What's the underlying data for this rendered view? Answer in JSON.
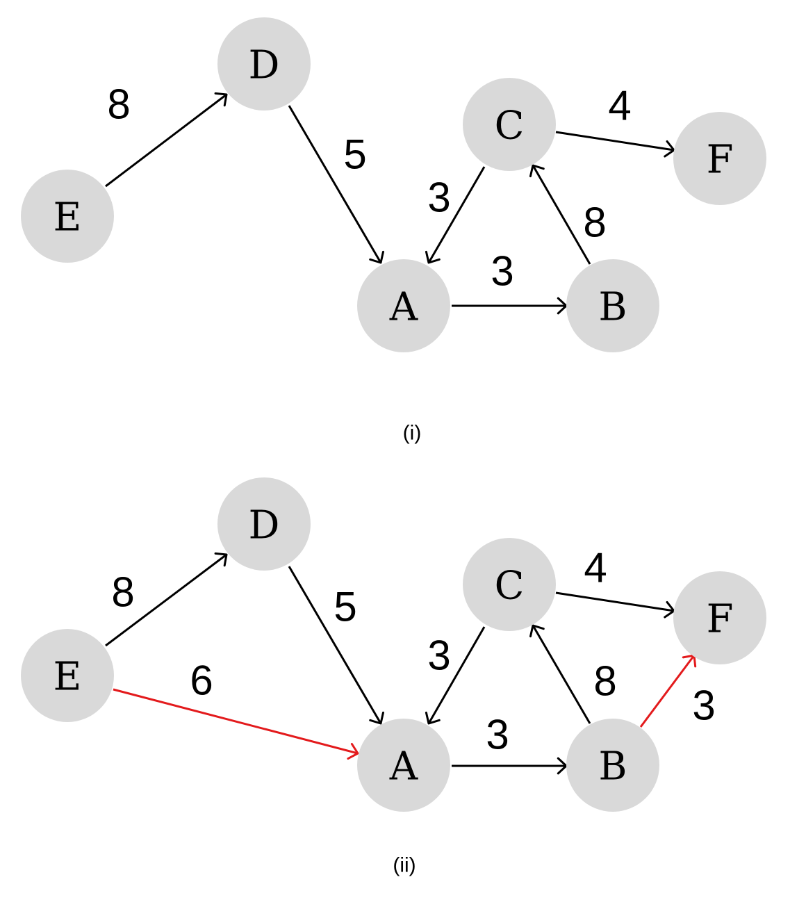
{
  "colors": {
    "node_fill": "#d9d9d9",
    "edge_default": "#000000",
    "edge_highlight": "#e31a1c"
  },
  "diagrams": [
    {
      "caption": "(i)",
      "nodes": [
        "D",
        "C",
        "F",
        "E",
        "A",
        "B"
      ],
      "edges": [
        {
          "from": "E",
          "to": "D",
          "weight": "8",
          "highlight": false
        },
        {
          "from": "D",
          "to": "A",
          "weight": "5",
          "highlight": false
        },
        {
          "from": "C",
          "to": "F",
          "weight": "4",
          "highlight": false
        },
        {
          "from": "C",
          "to": "A",
          "weight": "3",
          "highlight": false
        },
        {
          "from": "B",
          "to": "C",
          "weight": "8",
          "highlight": false
        },
        {
          "from": "A",
          "to": "B",
          "weight": "3",
          "highlight": false
        }
      ]
    },
    {
      "caption": "(ii)",
      "nodes": [
        "D",
        "C",
        "F",
        "E",
        "A",
        "B"
      ],
      "edges": [
        {
          "from": "E",
          "to": "D",
          "weight": "8",
          "highlight": false
        },
        {
          "from": "D",
          "to": "A",
          "weight": "5",
          "highlight": false
        },
        {
          "from": "C",
          "to": "F",
          "weight": "4",
          "highlight": false
        },
        {
          "from": "C",
          "to": "A",
          "weight": "3",
          "highlight": false
        },
        {
          "from": "E",
          "to": "A",
          "weight": "6",
          "highlight": true
        },
        {
          "from": "B",
          "to": "C",
          "weight": "8",
          "highlight": false
        },
        {
          "from": "B",
          "to": "F",
          "weight": "3",
          "highlight": true
        },
        {
          "from": "A",
          "to": "B",
          "weight": "3",
          "highlight": false
        }
      ]
    }
  ]
}
